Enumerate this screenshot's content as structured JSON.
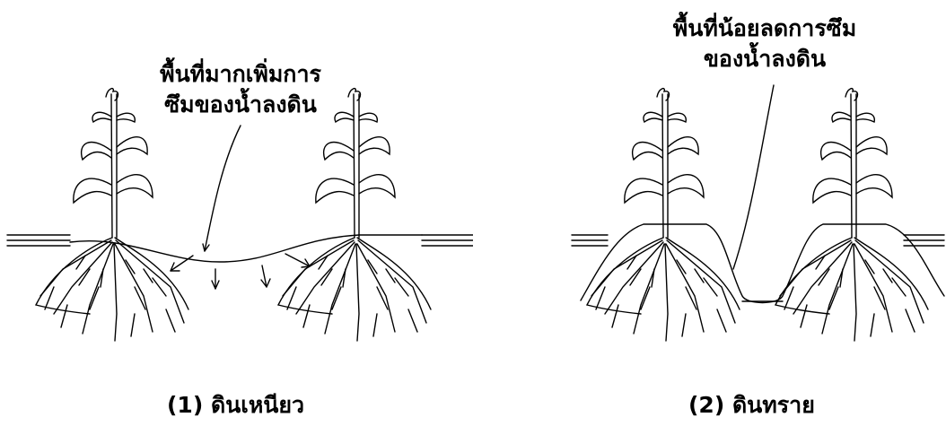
{
  "panels": [
    {
      "caption": "(1) ดินเหนียว",
      "annotation": [
        "พื้นที่มากเพิ่มการ",
        "ซึมของน้ำลงดิน"
      ]
    },
    {
      "caption": "(2) ดินทราย",
      "annotation": [
        "พื้นที่น้อยลดการซึม",
        "ของน้ำลงดิน"
      ]
    }
  ]
}
